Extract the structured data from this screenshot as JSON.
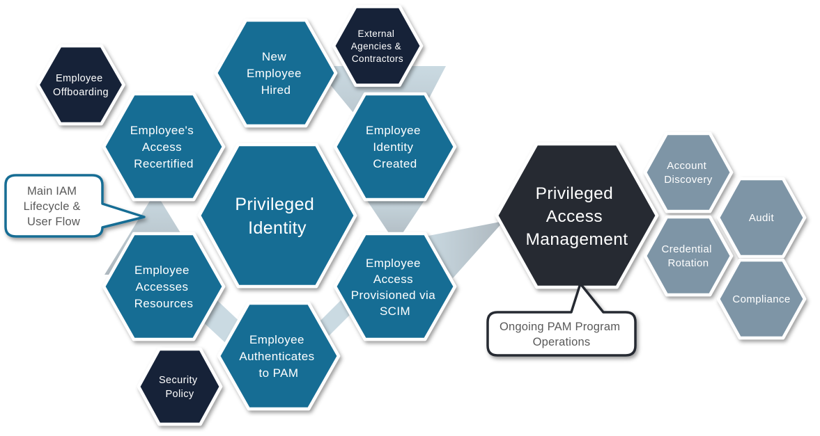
{
  "diagram_title": "IAM and PAM lifecycle hexagon diagram",
  "colors": {
    "teal": "#176d94",
    "navy": "#152238",
    "charcoal": "#262c33",
    "slate_gray": "#7e95a6",
    "connector_light": "#cadae2",
    "connector_dark": "#aeb8bf",
    "hex_border": "#ffffff",
    "hex_text": "#ffffff",
    "callout_fill": "#ffffff",
    "callout_text": "#595959"
  },
  "hexagons": {
    "employee_offboarding": {
      "label": "Employee Offboarding",
      "lines": [
        "Employee",
        "Offboarding"
      ]
    },
    "new_employee_hired": {
      "label": "New Employee Hired",
      "lines": [
        "New",
        "Employee",
        "Hired"
      ]
    },
    "external_agencies": {
      "label": "External Agencies & Contractors",
      "lines": [
        "External",
        "Agencies &",
        "Contractors"
      ]
    },
    "access_recertified": {
      "label": "Employee's Access Recertified",
      "lines": [
        "Employee's",
        "Access",
        "Recertified"
      ]
    },
    "identity_created": {
      "label": "Employee Identity Created",
      "lines": [
        "Employee",
        "Identity",
        "Created"
      ]
    },
    "privileged_identity": {
      "label": "Privileged Identity",
      "lines": [
        "Privileged",
        "Identity"
      ]
    },
    "accesses_resources": {
      "label": "Employee Accesses Resources",
      "lines": [
        "Employee",
        "Accesses",
        "Resources"
      ]
    },
    "provisioned_scim": {
      "label": "Employee Access Provisioned via SCIM",
      "lines": [
        "Employee",
        "Access",
        "Provisioned via",
        "SCIM"
      ]
    },
    "authenticates_pam": {
      "label": "Employee Authenticates to PAM",
      "lines": [
        "Employee",
        "Authenticates",
        "to PAM"
      ]
    },
    "security_policy": {
      "label": "Security Policy",
      "lines": [
        "Security",
        "Policy"
      ]
    },
    "privileged_access_management": {
      "label": "Privileged Access Management",
      "lines": [
        "Privileged",
        "Access",
        "Management"
      ]
    },
    "account_discovery": {
      "label": "Account Discovery",
      "lines": [
        "Account",
        "Discovery"
      ]
    },
    "audit": {
      "label": "Audit",
      "lines": [
        "Audit"
      ]
    },
    "credential_rotation": {
      "label": "Credential Rotation",
      "lines": [
        "Credential",
        "Rotation"
      ]
    },
    "compliance": {
      "label": "Compliance",
      "lines": [
        "Compliance"
      ]
    }
  },
  "callouts": {
    "main_iam": {
      "label": "Main IAM Lifecycle & User Flow",
      "lines": [
        "Main IAM",
        "Lifecycle &",
        "User Flow"
      ]
    },
    "ongoing_pam": {
      "label": "Ongoing PAM Program Operations",
      "lines": [
        "Ongoing PAM Program",
        "Operations"
      ]
    }
  }
}
